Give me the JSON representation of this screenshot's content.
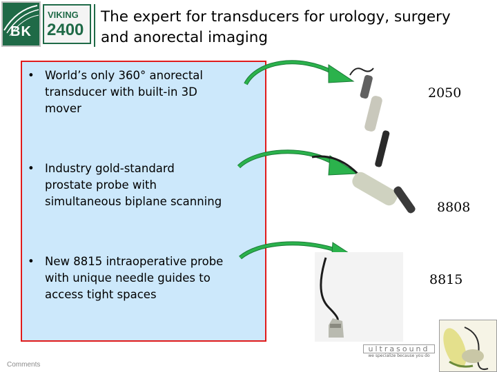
{
  "logo": {
    "brand": "BK",
    "product_top": "VIKING",
    "product_bottom": "2400",
    "brand_color": "#1f6a47"
  },
  "title": "The expert for transducers for urology, surgery\nand anorectal imaging",
  "bullets": [
    {
      "marker": "•",
      "text": "World’s only 360° anorectal\ntransducer with built-in 3D\nmover",
      "model": "2050"
    },
    {
      "marker": "•",
      "text": "Industry gold-standard\nprostate probe with\nsimultaneous biplane scanning",
      "model": "8808"
    },
    {
      "marker": "•",
      "text": "New 8815 intraoperative probe\nwith unique needle guides to\naccess tight spaces",
      "model": "8815"
    }
  ],
  "content_box": {
    "background": "#cce8fb",
    "border": "#e01a1a"
  },
  "arrow_color": "#2bb24c",
  "footer": {
    "comments": "Comments",
    "ultrasound_word": "ultrasound",
    "ultrasound_tagline": "we specialize because you do"
  }
}
